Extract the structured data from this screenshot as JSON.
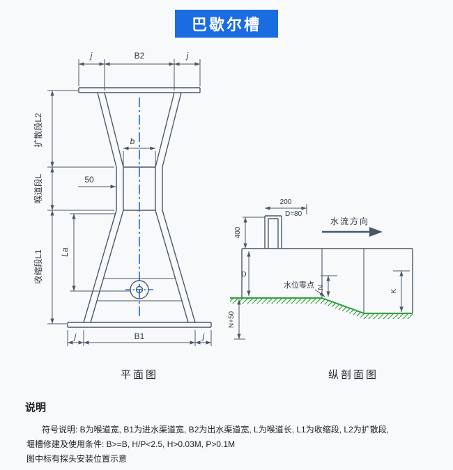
{
  "page": {
    "title": "巴歇尔槽"
  },
  "colors": {
    "title_bg": "#1b6ce0",
    "title_text": "#ffffff",
    "line": "#4a5866",
    "centerline_blue": "#2b63d9",
    "hatch_green": "#33a03c",
    "background": "#f7f9fb"
  },
  "plan_view": {
    "caption": "平面图",
    "dims": {
      "j_top_left": "j",
      "b2": "B2",
      "j_top_right": "j",
      "sec_l2": "扩散段L2",
      "sec_l": "喉道段L",
      "sec_l1": "收缩段L1",
      "b": "b",
      "fifty": "50",
      "la": "La",
      "j_bot_left": "j",
      "b1": "B1",
      "j_bot_right": "j"
    }
  },
  "section_view": {
    "caption": "纵剖面图",
    "dims": {
      "two_hundred": "200",
      "d80": "D=80",
      "four_hundred": "400",
      "flow": "水流方向",
      "water_zero": "水位零点",
      "d": "D",
      "n": "N",
      "k": "K",
      "n_plus_50": "N+50"
    }
  },
  "notes": {
    "heading": "说明",
    "line1": "符号说明: B为喉道宽, B1为进水渠道宽, B2为出水渠道宽, L为喉道长, L1为收缩段, L2为扩散段,",
    "line2": "堰槽修建及使用条件: B>=B, H/P<2.5, H>0.03M, P>0.1M",
    "line3": "图中标有探头安装位置示意"
  }
}
